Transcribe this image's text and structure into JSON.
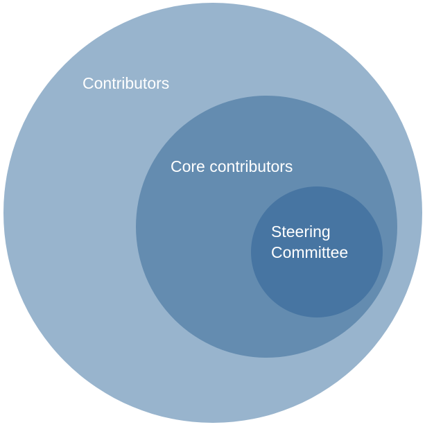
{
  "diagram": {
    "type": "nested-circles",
    "levels": [
      {
        "label": "Contributors",
        "color": "#98b4cd"
      },
      {
        "label": "Core contributors",
        "color": "#648cb0"
      },
      {
        "label": "Steering\nCommittee",
        "color": "#4775a2"
      }
    ]
  }
}
